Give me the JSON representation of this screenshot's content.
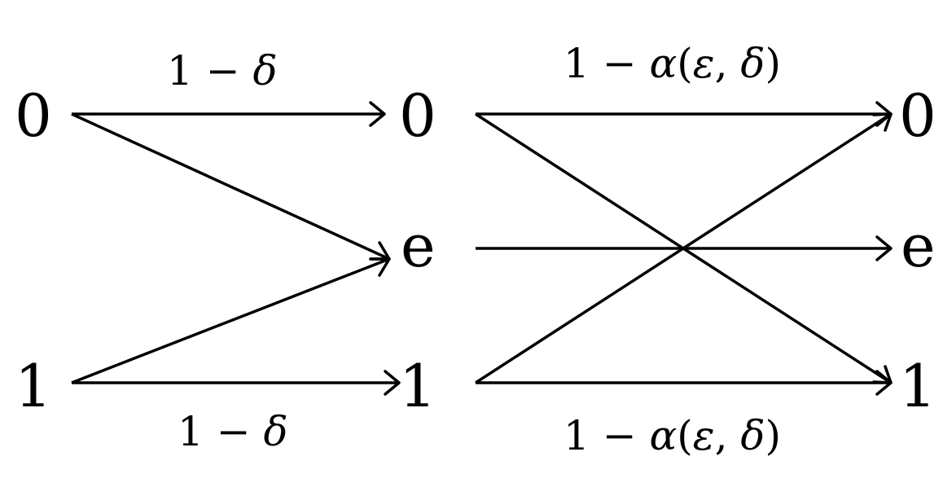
{
  "left_channel": {
    "inputs": [
      "0",
      "1"
    ],
    "outputs": [
      "0",
      "e",
      "1"
    ],
    "label_top": {
      "prefix": "1 − ",
      "symbol": "δ"
    },
    "label_bottom": {
      "prefix": "1 − ",
      "symbol": "δ"
    }
  },
  "right_channel": {
    "outputs": [
      "0",
      "e",
      "1"
    ],
    "label_top": {
      "prefix": "1 − ",
      "func": "α",
      "open": "(",
      "arg1": "ε",
      "sep": ", ",
      "arg2": "δ",
      "close": ")"
    },
    "label_bottom": {
      "prefix": "1 − ",
      "func": "α",
      "open": "(",
      "arg1": "ε",
      "sep": ", ",
      "arg2": "δ",
      "close": ")"
    }
  }
}
